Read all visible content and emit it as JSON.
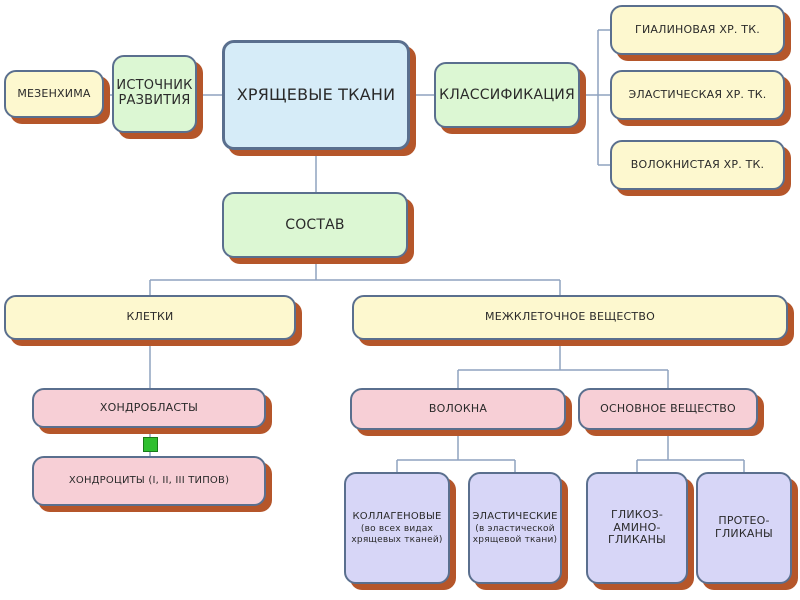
{
  "nodes": {
    "mesenchyme": "Мезенхима",
    "source": "Источник развития",
    "main": "Хрящевые ткани",
    "classification": "Классификация",
    "hyaline": "Гиалиновая хр. тк.",
    "elastic_type": "Эластическая хр. тк.",
    "fibrous": "Волокнистая хр. тк.",
    "composition": "Состав",
    "cells": "Клетки",
    "intercellular": "Межклеточное вещество",
    "chondroblasts": "Хондробласты",
    "chondrocytes": "Хондроциты (I, II, III типов)",
    "fibers": "Волокна",
    "ground_substance": "Основное вещество",
    "collagen": "Коллагеновые",
    "collagen_note": "(во всех видах хрящевых тканей)",
    "elastic_fibers": "Эластические",
    "elastic_fibers_note": "(в эластической хрящевой ткани)",
    "gag": "Гликоз-амино-гликаны",
    "proteoglycans": "Протео-гликаны"
  },
  "colors": {
    "border": "#5a6f8e",
    "shadow": "#b5562a",
    "yellow": "#fdf8cf",
    "green": "#dcf7d3",
    "blue": "#d6ecf8",
    "pink": "#f7cfd6",
    "lavender": "#d7d6f7",
    "connector": "#8fa2bf",
    "marker": "#2fbf2f"
  }
}
